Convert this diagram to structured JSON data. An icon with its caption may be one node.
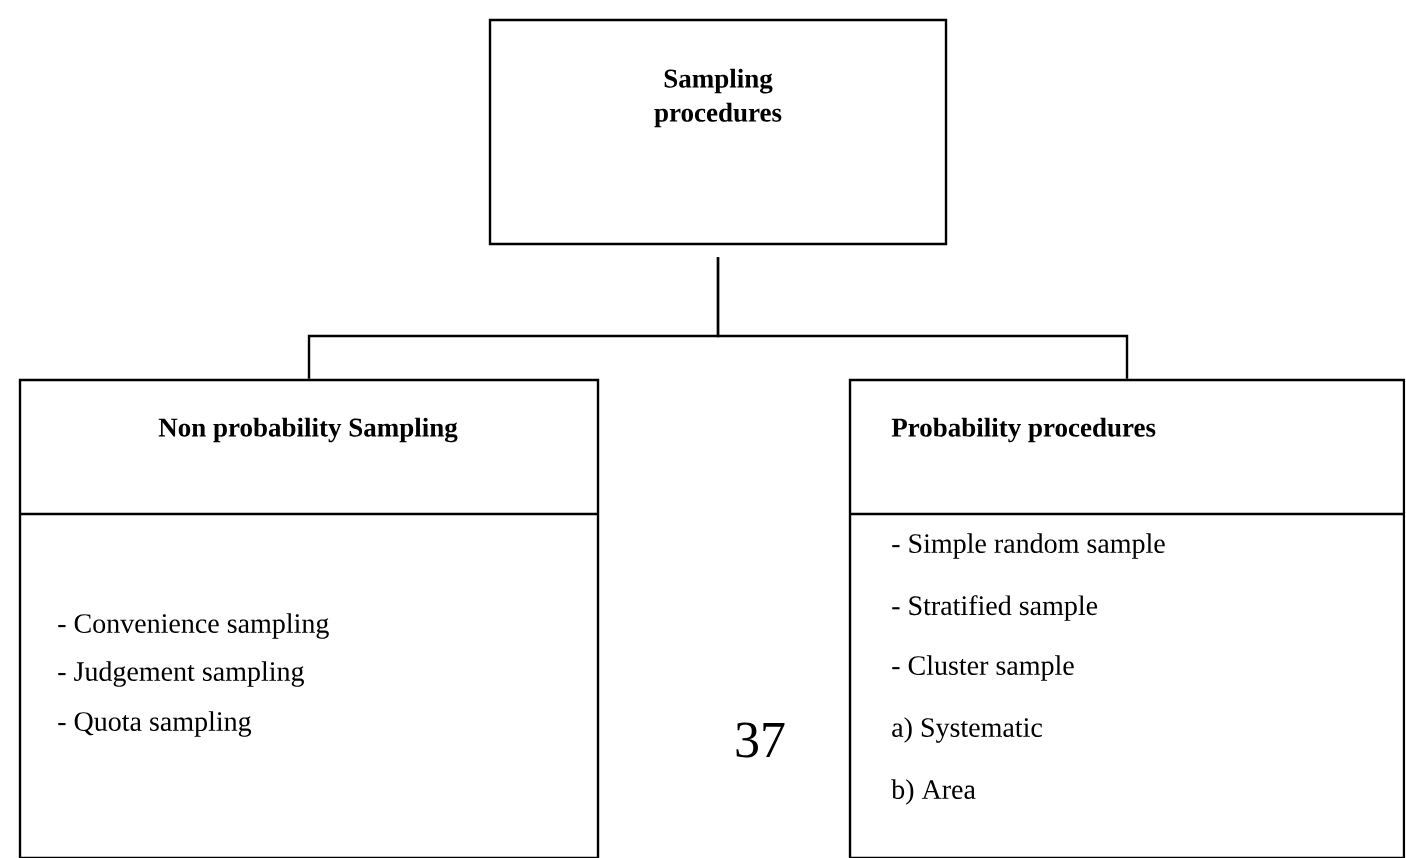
{
  "diagram": {
    "nodes": [
      {
        "text": [
          "Sampling procedures"
        ]
      },
      {
        "text": [
          "Non probability Sampling",
          "- Convenience sampling",
          "- Judgement sampling",
          "- Quota sampling"
        ]
      },
      {
        "text": [
          "Probability procedures",
          "- Simple random sample",
          "- Stratified sample",
          "- Cluster sample",
          "a) Systematic",
          "b) Area"
        ]
      }
    ],
    "edges": [
      {
        "from": 0,
        "to": 1,
        "arrow": "none"
      },
      {
        "from": 0,
        "to": 2,
        "arrow": "none"
      }
    ],
    "labels": [
      "37"
    ]
  }
}
